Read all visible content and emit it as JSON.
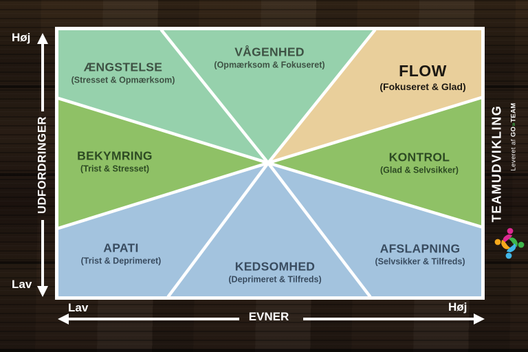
{
  "diagram": {
    "sectors": [
      {
        "title": "ÆNGSTELSE",
        "subtitle": "(Stresset & Opmærksom)"
      },
      {
        "title": "VÅGENHED",
        "subtitle": "(Opmærksom & Fokuseret)"
      },
      {
        "title": "FLOW",
        "subtitle": "(Fokuseret & Glad)"
      },
      {
        "title": "KONTROL",
        "subtitle": "(Glad & Selvsikker)"
      },
      {
        "title": "AFSLAPNING",
        "subtitle": "(Selvsikker & Tilfreds)"
      },
      {
        "title": "KEDSOMHED",
        "subtitle": "(Deprimeret & Tilfreds)"
      },
      {
        "title": "APATI",
        "subtitle": "(Trist & Deprimeret)"
      },
      {
        "title": "BEKYMRING",
        "subtitle": "(Trist & Stresset)"
      }
    ],
    "colors": {
      "mint": "#96d1ac",
      "green": "#8fc166",
      "blue": "#a3c3de",
      "tan": "#e9cf9b",
      "divider": "#ffffff"
    }
  },
  "axes": {
    "y": {
      "label": "UDFORDRINGER",
      "high": "Høj",
      "low": "Lav"
    },
    "x": {
      "label": "EVNER",
      "high": "Høj",
      "low": "Lav"
    }
  },
  "branding": {
    "name": "TEAMUDVIKLING",
    "tagline_prefix": "Leveret af",
    "go": "GO",
    "chevron": "»",
    "team": "TEAM",
    "logo_colors": {
      "top": "#dd2a92",
      "right": "#3eb54b",
      "bottom": "#41b6e8",
      "left": "#f6a81c"
    }
  }
}
